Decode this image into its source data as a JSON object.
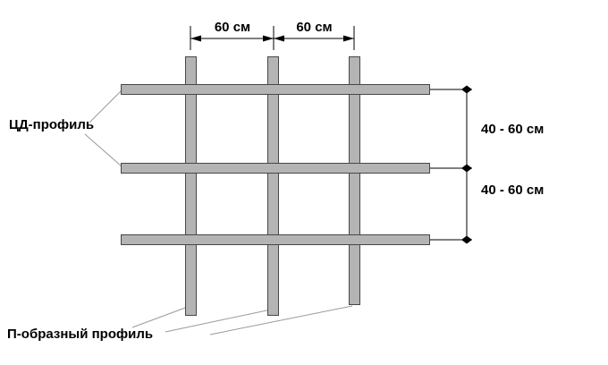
{
  "diagram": {
    "labels": {
      "cd_profile": "ЦД-профиль",
      "u_profile": "П-образный профиль"
    },
    "dimensions": {
      "top_spacing_left": "60 см",
      "top_spacing_right": "60 см",
      "right_spacing_upper": "40 - 60 см",
      "right_spacing_lower": "40 - 60 см"
    },
    "structure": {
      "vertical_profiles": 3,
      "horizontal_profiles": 3
    },
    "colors": {
      "background": "#ffffff",
      "profile_fill": "#b4b4b4",
      "profile_border": "#474747",
      "dimension_line": "#000000",
      "leader_line": "#9a9a9a",
      "text": "#000000"
    }
  }
}
